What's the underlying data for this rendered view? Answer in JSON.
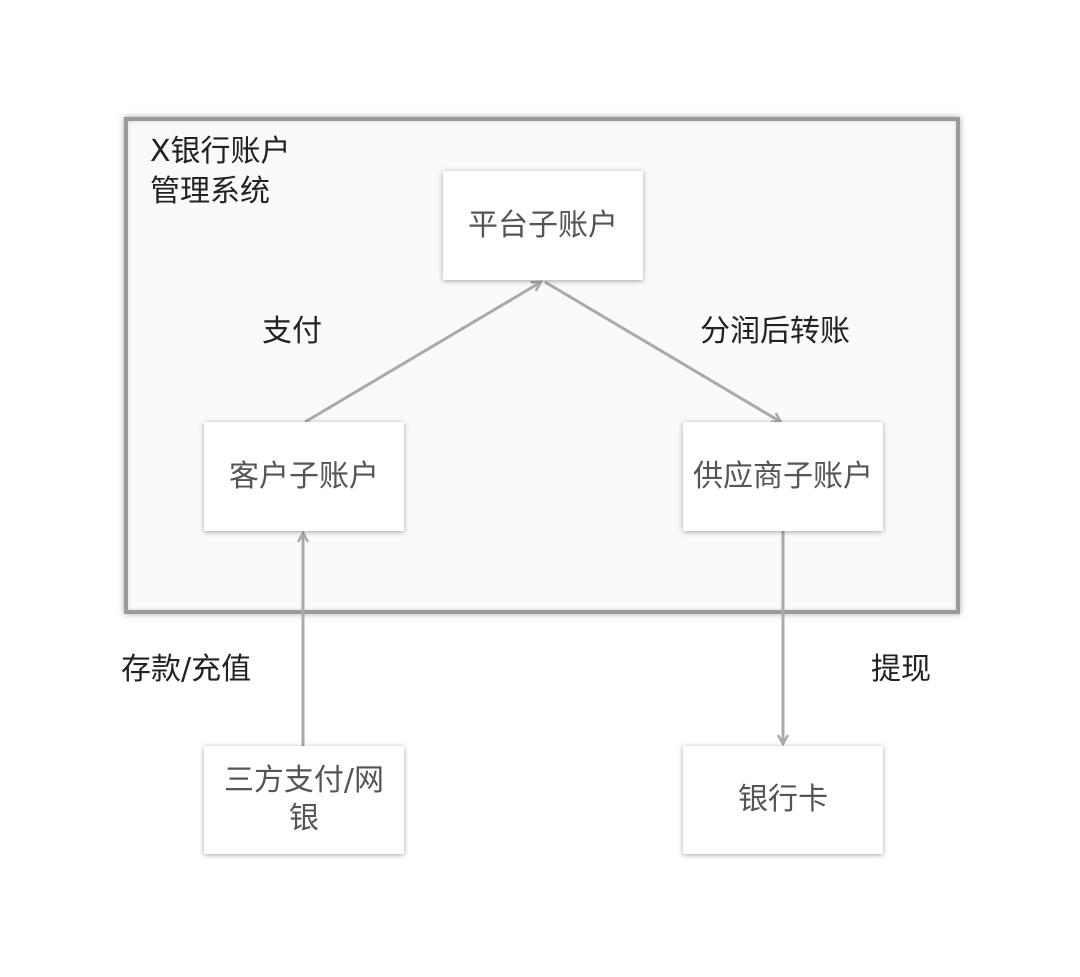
{
  "system": {
    "title": "X银行账户\n管理系统"
  },
  "nodes": {
    "platform": "平台子账户",
    "customer": "客户子账户",
    "supplier": "供应商子账户",
    "third_party": "三方支付/网银",
    "bank_card": "银行卡"
  },
  "edges": {
    "pay": "支付",
    "profit_share_transfer": "分润后转账",
    "deposit": "存款/充值",
    "withdraw": "提现"
  },
  "colors": {
    "arrow": "#aaaaaa",
    "frame": "#9a9a9a",
    "text": "#222222",
    "node_text": "#555555"
  }
}
